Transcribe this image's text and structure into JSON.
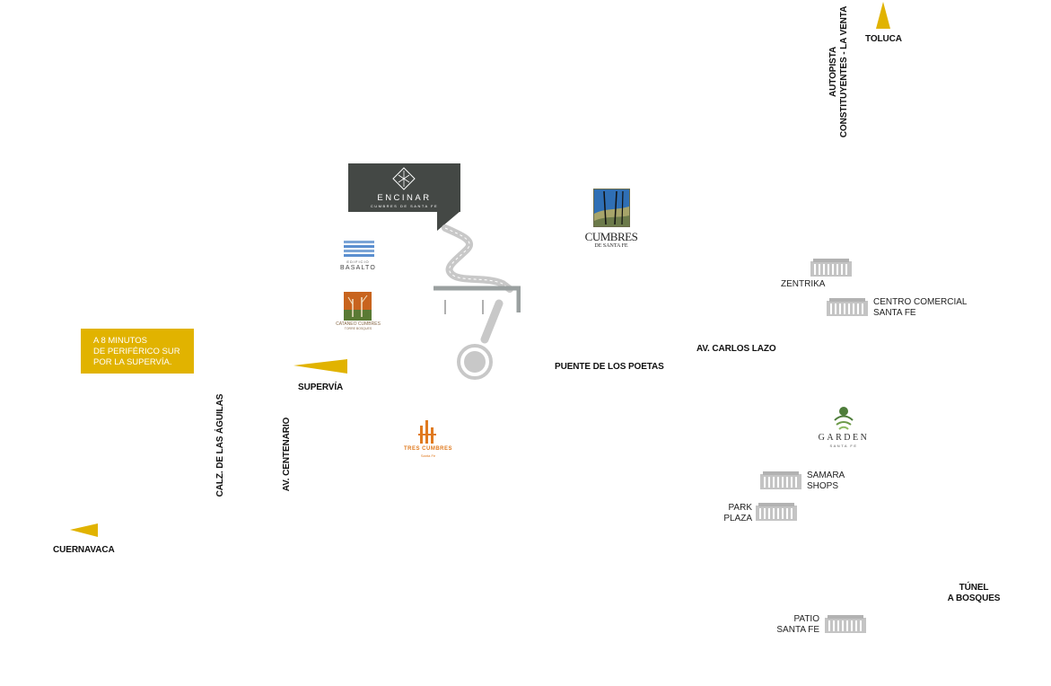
{
  "destinations": {
    "toluca": "TOLUCA",
    "cuernavaca": "CUERNAVACA",
    "tunel": "TÚNEL\nA BOSQUES"
  },
  "roads": {
    "autopista": "AUTOPISTA\nCONSTITUYENTES - LA VENTA",
    "supervia": "SUPERVÍA",
    "calz_aguilas": "CALZ. DE LAS ÁGUILAS",
    "av_centenario": "AV. CENTENARIO",
    "puente_poetas": "PUENTE DE LOS POETAS",
    "av_carlos_lazo": "AV. CARLOS LAZO"
  },
  "note": "A 8 MINUTOS\nDE PERIFÉRICO SUR\nPOR LA SUPERVÍA.",
  "developments": {
    "encinar": {
      "name": "ENCINAR",
      "tagline": "CUMBRES DE SANTA FE"
    },
    "basalto": {
      "pre": "EDIFICIO",
      "name": "BASALTO"
    },
    "cataneo": {
      "name": "CATANEO CUMBRES",
      "tagline": "TORRE BOSQUES"
    },
    "cumbres": {
      "name": "CUMBRES",
      "tagline": "DE SANTA FE"
    },
    "tres_cumbres": {
      "name": "TRES CUMBRES",
      "tagline": "Santa Fe"
    },
    "garden": {
      "name": "GARDEN",
      "tagline": "SANTA FE"
    }
  },
  "malls": {
    "zentrika": "ZENTRIKA",
    "centro_comercial": "CENTRO COMERCIAL\nSANTA FE",
    "samara": "SAMARA\nSHOPS",
    "park_plaza": "PARK\nPLAZA",
    "patio": "PATIO\nSANTA FE"
  },
  "colors": {
    "accent": "#e1b300",
    "tooltip": "#444845",
    "gray": "#b8b8b8",
    "orange": "#e07a1f",
    "blue": "#4a86c8"
  }
}
